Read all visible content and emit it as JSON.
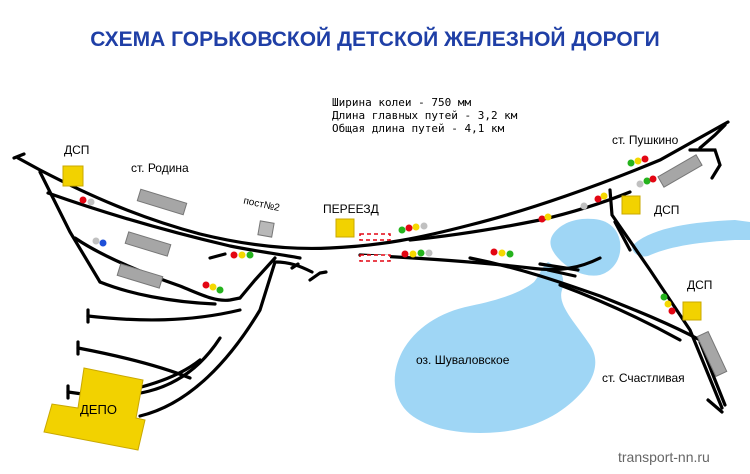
{
  "title": "СХЕМА ГОРЬКОВСКОЙ ДЕТСКОЙ ЖЕЛЕЗНОЙ ДОРОГИ",
  "info": {
    "gauge": "Ширина колеи - 750 мм",
    "main_length": "Длина главных путей - 3,2 км",
    "total_length": "Общая длина путей - 4,1 км"
  },
  "labels": {
    "station_rodina": "ст. Родина",
    "station_pushkino": "ст. Пушкино",
    "station_schastlivaya": "ст. Счастливая",
    "dsp": "ДСП",
    "post2": "пост№2",
    "crossing": "ПЕРЕЕЗД",
    "lake": "оз. Шуваловское",
    "depot": "ДЕПО",
    "watermark": "transport-nn.ru"
  },
  "colors": {
    "title": "#1f3fa6",
    "track": "#000000",
    "building": "#f2d200",
    "building_stroke": "#c9a800",
    "platform": "#a6a6a6",
    "water": "#9fd6f5",
    "signal_red": "#e30613",
    "signal_yellow": "#f5d800",
    "signal_green": "#25b31d",
    "signal_grey": "#c0c0c0",
    "signal_blue": "#1e4fd8",
    "crossing_red": "#e30613"
  }
}
